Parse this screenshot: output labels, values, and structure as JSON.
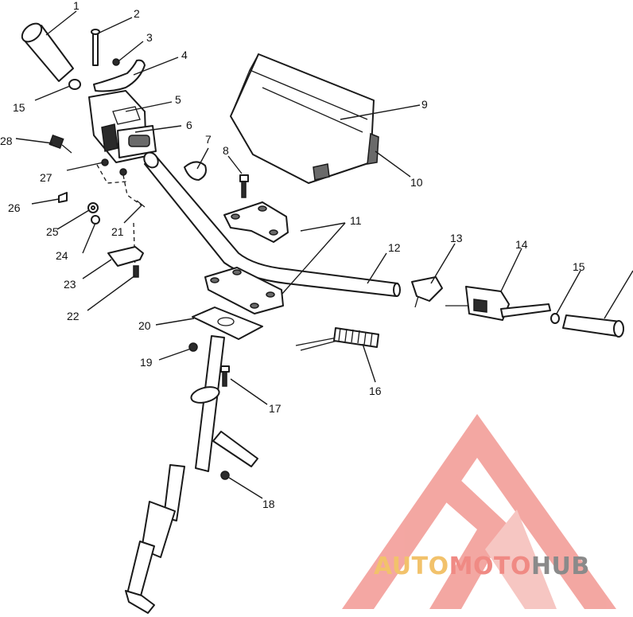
{
  "diagram": {
    "callouts": [
      "1",
      "2",
      "3",
      "4",
      "5",
      "6",
      "7",
      "8",
      "9",
      "10",
      "11",
      "12",
      "13",
      "14",
      "15",
      "16",
      "17",
      "18",
      "19",
      "20",
      "21",
      "22",
      "23",
      "24",
      "25",
      "26",
      "27",
      "28"
    ],
    "callout_15_left": "15",
    "logo": {
      "part1": "AUTO",
      "part2": "MOTO",
      "part3": "HUB",
      "color1": "#f2c26b",
      "color2": "#f08a84",
      "color3": "#8a8a8a",
      "mark_color": "#f08a84"
    }
  }
}
